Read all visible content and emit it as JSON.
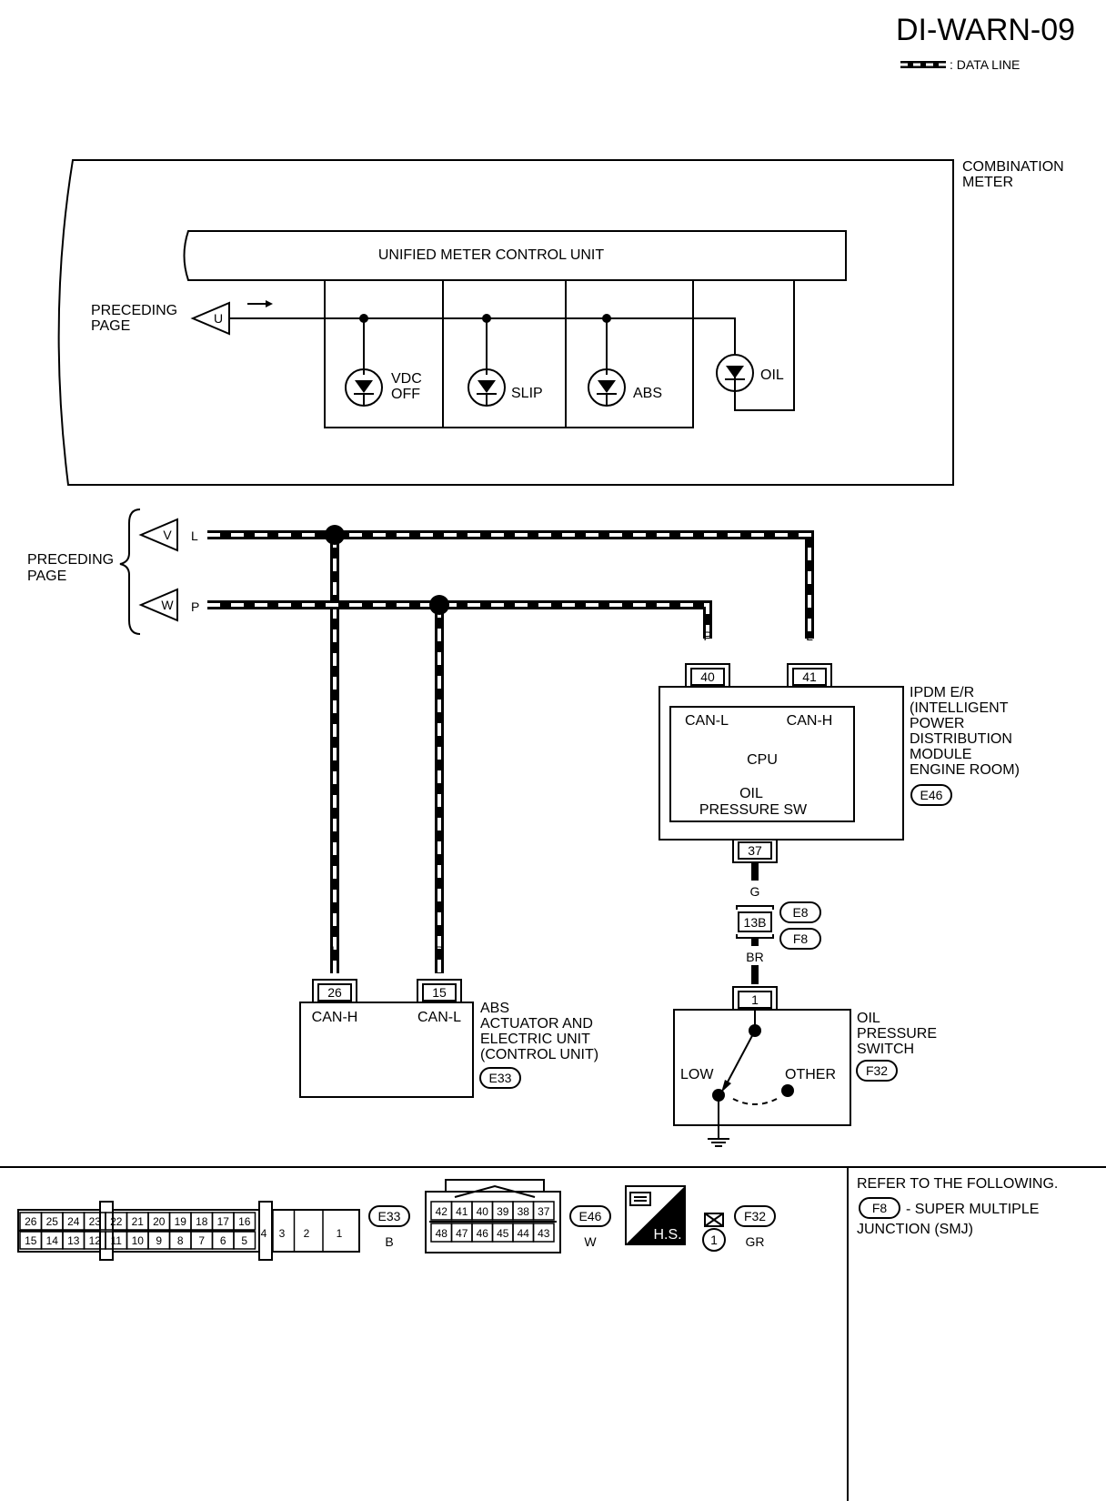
{
  "header": {
    "title": "DI-WARN-09",
    "legend_label": ": DATA LINE"
  },
  "combination_meter": {
    "label_line1": "COMBINATION",
    "label_line2": "METER",
    "unified_unit": "UNIFIED METER CONTROL UNIT",
    "preceding_line1": "PRECEDING",
    "preceding_line2": "PAGE",
    "connector_u": "U",
    "lamps": [
      {
        "line1": "VDC",
        "line2": "OFF"
      },
      {
        "line1": "SLIP",
        "line2": ""
      },
      {
        "line1": "ABS",
        "line2": ""
      },
      {
        "line1": "OIL",
        "line2": ""
      }
    ]
  },
  "can_section": {
    "preceding_line1": "PRECEDING",
    "preceding_line2": "PAGE",
    "connector_v": "V",
    "connector_w": "W",
    "wire_l": "L",
    "wire_p": "P"
  },
  "ipdm": {
    "pin_40": "40",
    "pin_41": "41",
    "wire_p": "P",
    "wire_l": "L",
    "can_l": "CAN-L",
    "can_h": "CAN-H",
    "cpu": "CPU",
    "oil_line1": "OIL",
    "oil_line2": "PRESSURE SW",
    "pin_37": "37",
    "label_lines": [
      "IPDM E/R",
      "(INTELLIGENT",
      "POWER",
      "DISTRIBUTION",
      "MODULE",
      "ENGINE ROOM)"
    ],
    "connector": "E46"
  },
  "junction": {
    "wire_g": "G",
    "pin": "13B",
    "conn_e8": "E8",
    "conn_f8": "F8",
    "wire_br": "BR"
  },
  "oil_switch": {
    "pin": "1",
    "low": "LOW",
    "other": "OTHER",
    "label_lines": [
      "OIL",
      "PRESSURE",
      "SWITCH"
    ],
    "connector": "F32"
  },
  "abs": {
    "wire_l": "L",
    "wire_p": "P",
    "pin_26": "26",
    "pin_15": "15",
    "can_h": "CAN-H",
    "can_l": "CAN-L",
    "label_lines": [
      "ABS",
      "ACTUATOR AND",
      "ELECTRIC UNIT",
      "(CONTROL UNIT)"
    ],
    "connector": "E33"
  },
  "connectors": {
    "e33": {
      "top_pins": [
        "26",
        "25",
        "24",
        "23",
        "22",
        "21",
        "20",
        "19",
        "18",
        "17",
        "16"
      ],
      "bottom_pins": [
        "15",
        "14",
        "13",
        "12",
        "11",
        "10",
        "9",
        "8",
        "7",
        "6",
        "5"
      ],
      "side_pins": [
        "4",
        "3",
        "2",
        "1"
      ],
      "name": "E33",
      "color": "B"
    },
    "e46": {
      "top_pins": [
        "42",
        "41",
        "40",
        "39",
        "38",
        "37"
      ],
      "bottom_pins": [
        "48",
        "47",
        "46",
        "45",
        "44",
        "43"
      ],
      "name": "E46",
      "color": "W"
    },
    "hs_label": "H.S.",
    "f32": {
      "pin": "1",
      "name": "F32",
      "color": "GR"
    }
  },
  "refer": {
    "line1": "REFER TO THE FOLLOWING.",
    "connector": "F8",
    "line2": "- SUPER MULTIPLE",
    "line3": "JUNCTION (SMJ)"
  }
}
